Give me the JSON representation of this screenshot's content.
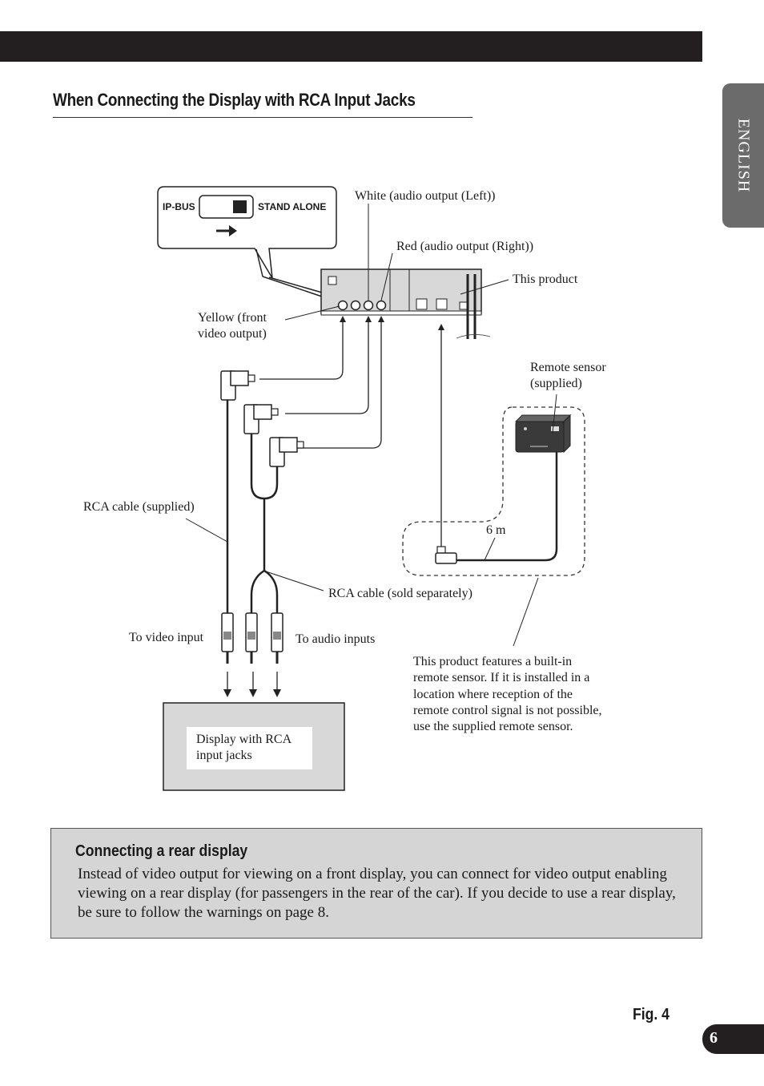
{
  "header": {
    "title": "When Connecting the Display with RCA Input Jacks",
    "side_tab": "ENGLISH"
  },
  "diagram": {
    "switch": {
      "left_label": "IP-BUS",
      "right_label": "STAND ALONE"
    },
    "labels": {
      "white": "White (audio output (Left))",
      "red": "Red (audio output (Right))",
      "this_product": "This product",
      "yellow_line1": "Yellow (front",
      "yellow_line2": "video output)",
      "remote_line1": "Remote sensor",
      "remote_line2": "(supplied)",
      "rca_supplied": "RCA cable (supplied)",
      "length": "6 m",
      "rca_sold": "RCA cable (sold separately)",
      "to_video": "To video input",
      "to_audio": "To audio inputs",
      "note_line1": "This product features a built-in",
      "note_line2": "remote sensor. If it is installed in a",
      "note_line3": "location where reception of the",
      "note_line4": "remote control signal is not possible,",
      "note_line5": "use the supplied remote sensor.",
      "display_line1": "Display with RCA",
      "display_line2": "input jacks"
    }
  },
  "note": {
    "title": "Connecting a rear display",
    "body": "Instead of video output for viewing on a front display, you can connect for video output enabling viewing on a rear display (for passengers in the rear of the car). If you decide to use a rear display, be sure to follow the warnings on page 8."
  },
  "figure_label": "Fig. 4",
  "page_number": "6"
}
